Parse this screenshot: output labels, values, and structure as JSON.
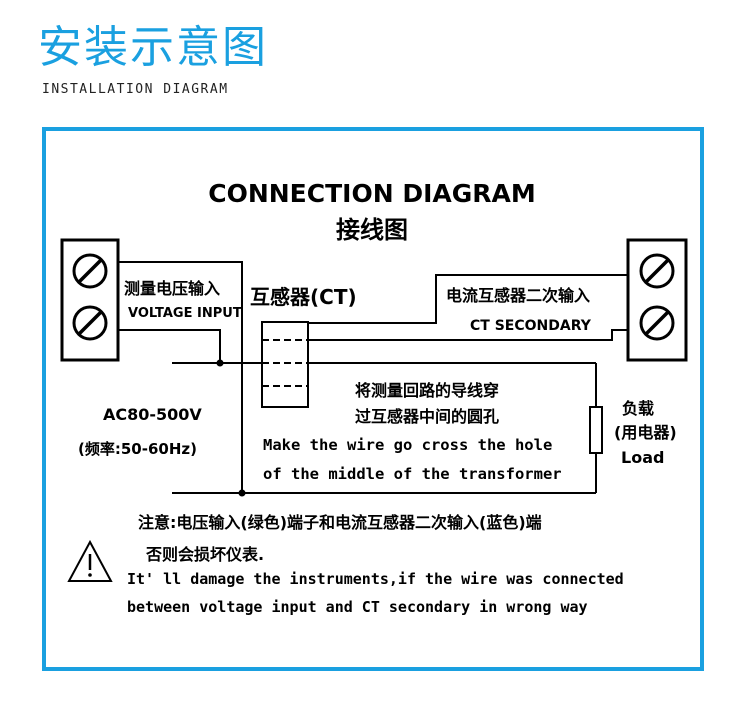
{
  "header": {
    "title_cn": "安装示意图",
    "title_en": "INSTALLATION DIAGRAM"
  },
  "diagram": {
    "heading_en": "CONNECTION DIAGRAM",
    "heading_cn": "接线图",
    "voltage_input_cn": "测量电压输入",
    "voltage_input_en": "VOLTAGE INPUT",
    "ct_label": "互感器(CT)",
    "ct_secondary_cn": "电流互感器二次输入",
    "ct_secondary_en": "CT SECONDARY",
    "ac_range": "AC80-500V",
    "frequency": "(频率:50-60Hz)",
    "instruction_cn_1": "将测量回路的导线穿",
    "instruction_cn_2": "过互感器中间的圆孔",
    "instruction_en_1": "Make the wire go cross the hole",
    "instruction_en_2": "of the middle of the transformer",
    "load_cn_1": "负载",
    "load_cn_2": "(用电器)",
    "load_en": "Load",
    "note_cn_1": "注意:电压输入(绿色)端子和电流互感器二次输入(蓝色)端",
    "note_cn_2": "否则会损坏仪表.",
    "warning_en_1": "It' ll damage the instruments,if the wire was connected",
    "warning_en_2": "between voltage input and CT secondary in wrong way"
  },
  "colors": {
    "accent": "#1aa0e0",
    "line": "#000000"
  }
}
